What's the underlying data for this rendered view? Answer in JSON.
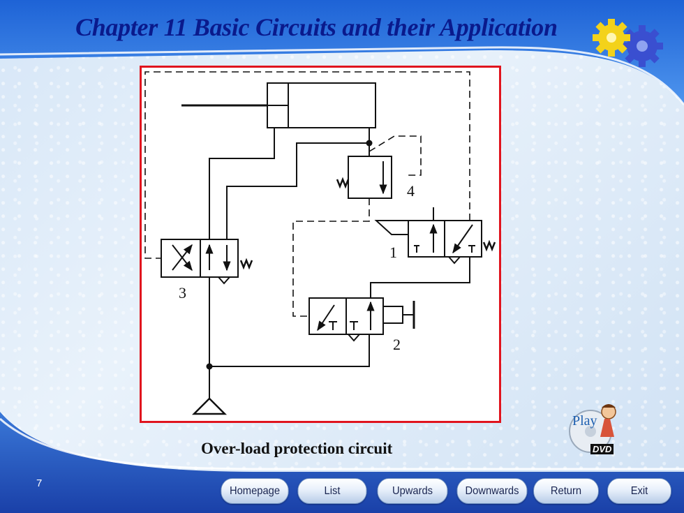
{
  "slide": {
    "title": "Chapter 11 Basic Circuits and their Application",
    "caption": "Over-load protection circuit",
    "page_number": "7"
  },
  "diagram": {
    "valve_labels": [
      "1",
      "2",
      "3",
      "4"
    ],
    "frame_color": "#e0141e"
  },
  "media": {
    "play_label": "Play",
    "dvd_label": "DVD"
  },
  "nav": {
    "homepage": "Homepage",
    "list": "List",
    "upwards": "Upwards",
    "downwards": "Downwards",
    "return": "Return",
    "exit": "Exit"
  },
  "colors": {
    "header_blue": "#2f7be0",
    "title": "#0a1a8c",
    "footer_blue": "#1f4fb8"
  },
  "icons": [
    "gears-icon",
    "play-dvd-icon"
  ]
}
